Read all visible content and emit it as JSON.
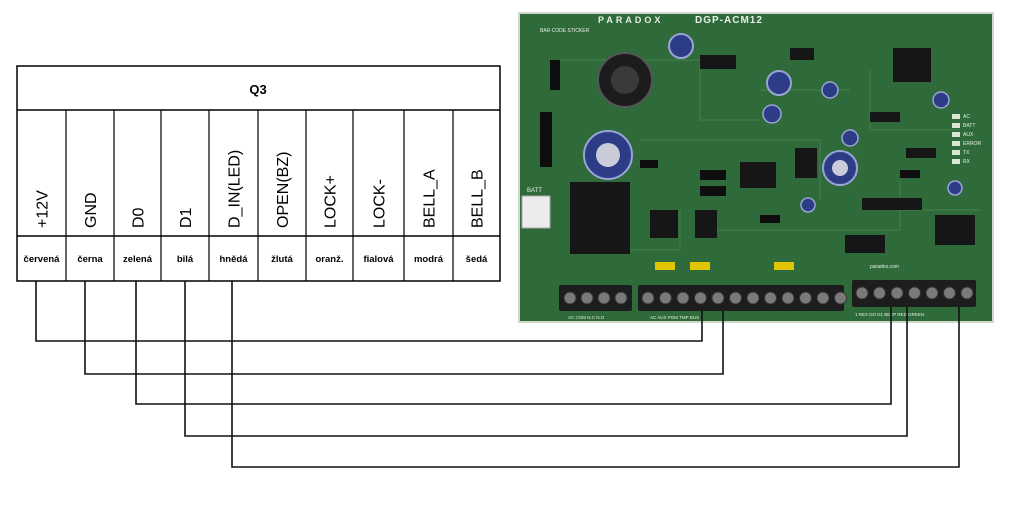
{
  "table": {
    "title": "Q3",
    "columns": [
      {
        "signal": "+12V",
        "color": "červená"
      },
      {
        "signal": "GND",
        "color": "černa"
      },
      {
        "signal": "D0",
        "color": "zelená"
      },
      {
        "signal": "D1",
        "color": "bilá"
      },
      {
        "signal": "D_IN(LED)",
        "color": "hnědá"
      },
      {
        "signal": "OPEN(BZ)",
        "color": "žlutá"
      },
      {
        "signal": "LOCK+",
        "color": "oranž."
      },
      {
        "signal": "LOCK-",
        "color": "fialová"
      },
      {
        "signal": "BELL_A",
        "color": "modrá"
      },
      {
        "signal": "BELL_B",
        "color": "šedá"
      }
    ]
  },
  "board": {
    "brand": "PARADOX",
    "model": "DGP-ACM12",
    "sticker": "BAR CODE STICKER",
    "batt_label": "BATT",
    "website": "paradox.com",
    "terminal_labels_left": "AC COM N.C N.O",
    "terminal_labels_mid": "AC AUX PGM TMP BUS",
    "terminal_labels_right": "1 REX DO D1 BEEP RED GREEN",
    "status_leds": [
      "AC",
      "BATT",
      "AUX",
      "ERROR",
      "TX",
      "RX"
    ]
  },
  "colors": {
    "pcb": "#2f6b3a",
    "pcb_dark": "#1f4a28",
    "wire": "#111111",
    "table_line": "#000000"
  }
}
